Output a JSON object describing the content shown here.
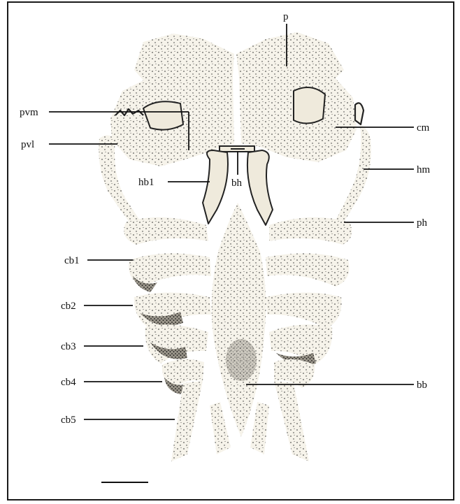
{
  "labels": {
    "p": "p",
    "pvm": "pvm",
    "pvl": "pvl",
    "cm": "cm",
    "hm": "hm",
    "hb1": "hb1",
    "bh": "bh",
    "ph": "ph",
    "cb1": "cb1",
    "cb2": "cb2",
    "cb3": "cb3",
    "cb4": "cb4",
    "cb5": "cb5",
    "bb": "bb"
  },
  "colors": {
    "ink": "#111111",
    "bone_fill": "#f6f3ea",
    "stipple": "#2b2b2b"
  }
}
